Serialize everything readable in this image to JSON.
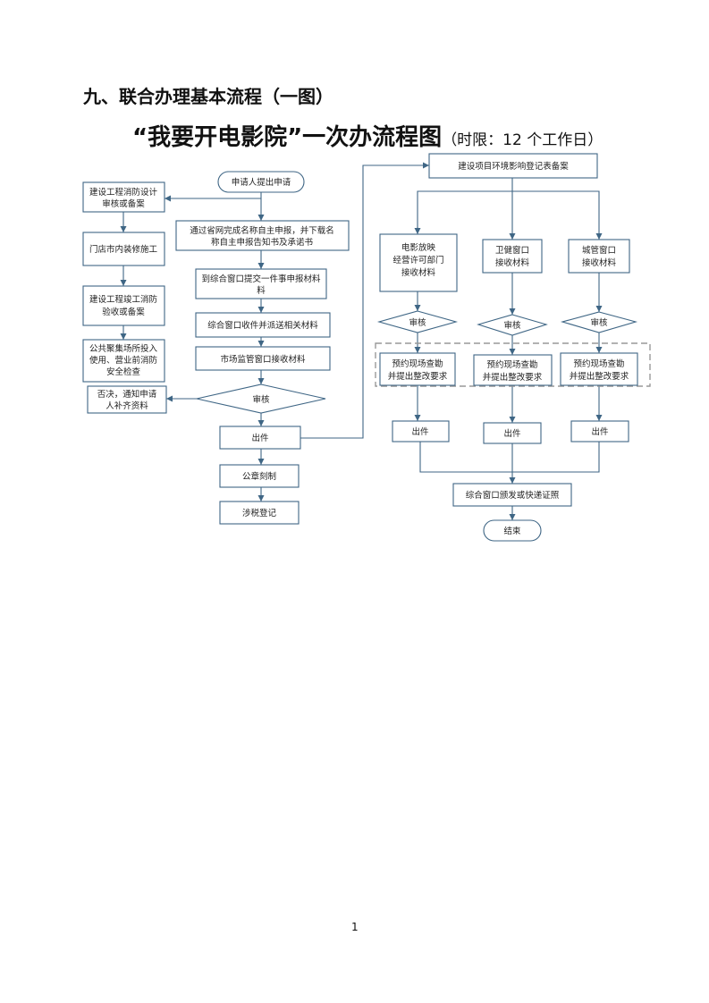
{
  "heading": "九、联合办理基本流程（一图）",
  "title": {
    "main": "“我要开电影院”一次办流程图",
    "sub": "（时限：12 个工作日）"
  },
  "flow": {
    "start": "申请人提出申请",
    "name_report": [
      "通过省网完成名称自主申报，并下载名",
      "称自主申报告知书及承诺书"
    ],
    "submit": [
      "到综合窗口提交一件事申报材料",
      "料"
    ],
    "dispatch": "综合窗口收件并派送相关材料",
    "market": "市场监管窗口接收材料",
    "review": "审核",
    "reject": [
      "否决，通知申请",
      "人补齐资料"
    ],
    "issue": "出件",
    "seal": "公章刻制",
    "tax": "涉税登记",
    "left": {
      "fire_design": [
        "建设工程消防设计",
        "审核或备案"
      ],
      "decoration": "门店市内装修施工",
      "fire_accept": [
        "建设工程竣工消防",
        "验收或备案"
      ],
      "safety_check": [
        "公共聚集场所投入",
        "使用、营业前消防",
        "安全检查"
      ]
    },
    "right": {
      "env": "建设项目环境影响登记表备案",
      "film_dept": [
        "电影放映",
        "经营许可部门",
        "接收材料"
      ],
      "health": [
        "卫健窗口",
        "接收材料"
      ],
      "city": [
        "城管窗口",
        "接收材料"
      ],
      "review": "审核",
      "inspect": [
        "预约现场查勘",
        "并提出整改要求"
      ],
      "issue": "出件",
      "final": "综合窗口颁发或快递证照",
      "end": "结束"
    }
  },
  "page_number": "1"
}
